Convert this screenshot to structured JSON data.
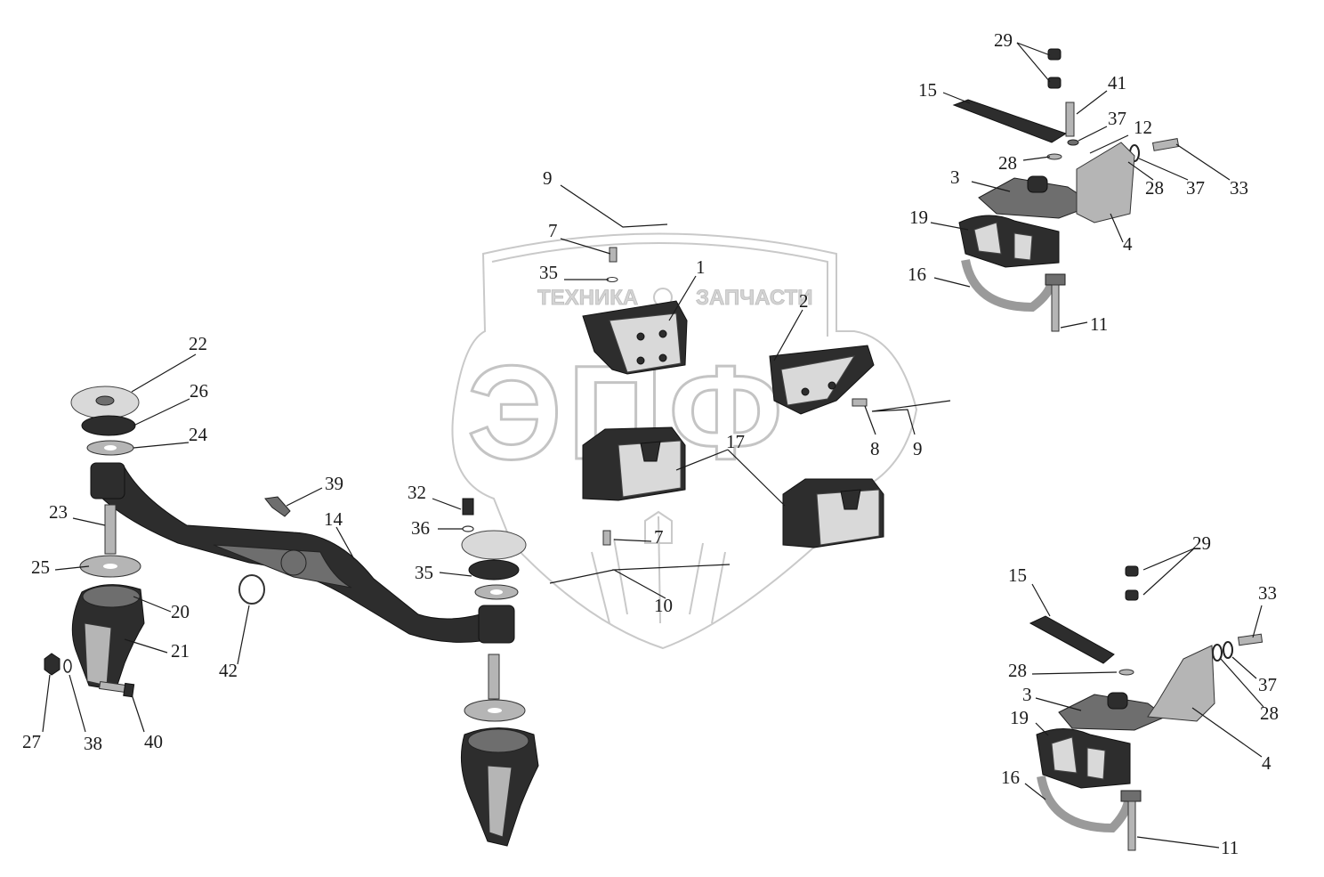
{
  "watermark": {
    "top_left": "ТЕХНИКА",
    "top_right": "ЗАПЧАСТИ",
    "big_letters": "ЭПФ"
  },
  "callouts": {
    "c1": "1",
    "c2": "2",
    "c3a": "3",
    "c3b": "3",
    "c4a": "4",
    "c4b": "4",
    "c7a": "7",
    "c7b": "7",
    "c8": "8",
    "c9a": "9",
    "c9b": "9",
    "c10": "10",
    "c11a": "11",
    "c11b": "11",
    "c12": "12",
    "c14": "14",
    "c15a": "15",
    "c15b": "15",
    "c16a": "16",
    "c16b": "16",
    "c17": "17",
    "c19a": "19",
    "c19b": "19",
    "c20": "20",
    "c21": "21",
    "c22": "22",
    "c23": "23",
    "c24": "24",
    "c25": "25",
    "c26": "26",
    "c27": "27",
    "c28a": "28",
    "c28b": "28",
    "c28c": "28",
    "c28d": "28",
    "c29a": "29",
    "c29b": "29",
    "c32": "32",
    "c33a": "33",
    "c33b": "33",
    "c35a": "35",
    "c35b": "35",
    "c36": "36",
    "c37a": "37",
    "c37b": "37",
    "c37c": "37",
    "c38": "38",
    "c39": "39",
    "c40": "40",
    "c41": "41",
    "c42": "42"
  }
}
